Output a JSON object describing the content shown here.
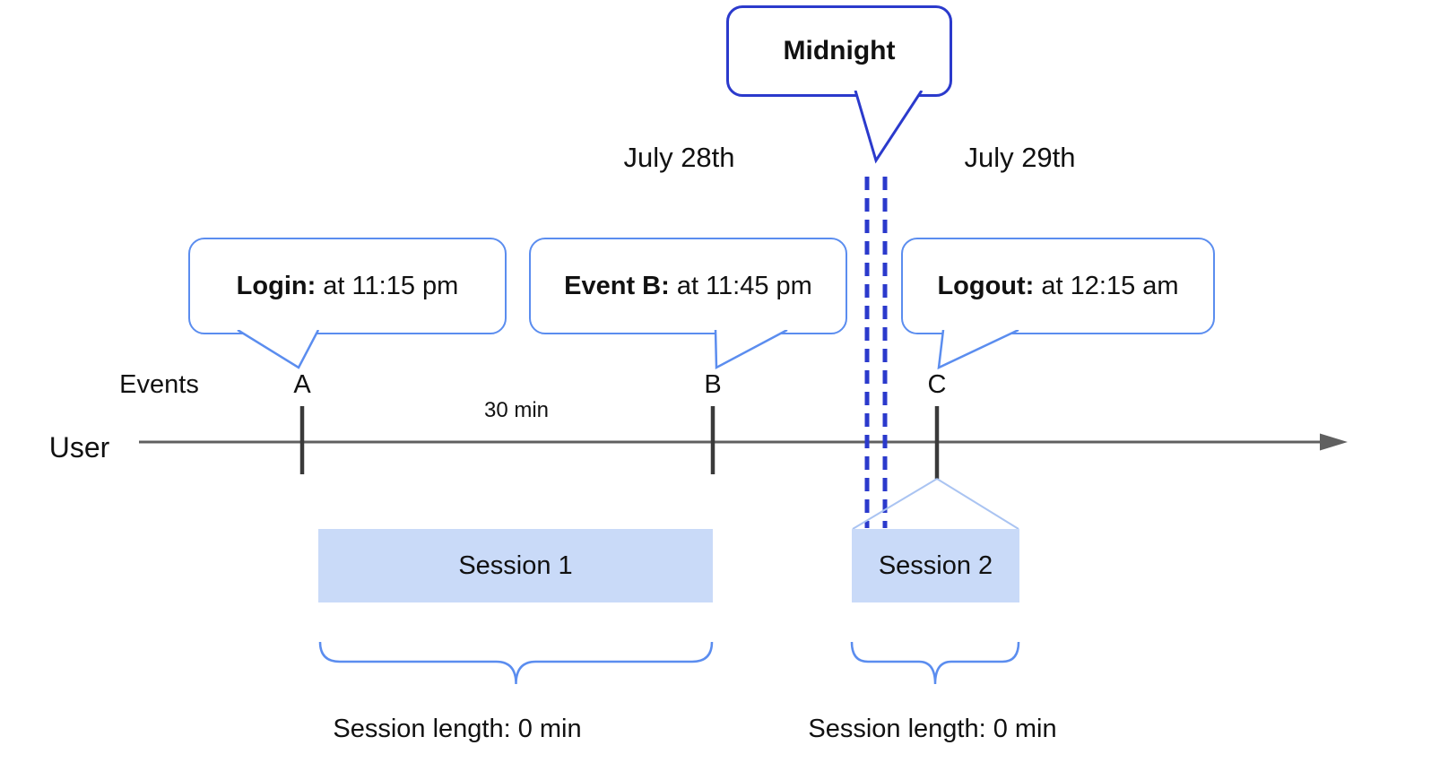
{
  "colors": {
    "accent_blue": "#5b8def",
    "dark_blue": "#2b3acc",
    "session_fill": "#c9daf8",
    "connector_blue": "#aac4f2",
    "axis_gray": "#606060",
    "tick_gray": "#3a3a3a",
    "text": "#111111"
  },
  "dates": {
    "left": "July 28th",
    "right": "July 29th"
  },
  "midnight": {
    "label": "Midnight"
  },
  "callouts": {
    "login": {
      "title": "Login:",
      "detail": " at 11:15 pm"
    },
    "event_b": {
      "title": "Event B:",
      "detail": " at 11:45 pm"
    },
    "logout": {
      "title": "Logout:",
      "detail": " at 12:15 am"
    }
  },
  "axis": {
    "events_label": "Events",
    "user_label": "User",
    "interval_label": "30 min",
    "markers": {
      "a": "A",
      "b": "B",
      "c": "C"
    }
  },
  "sessions": {
    "one": {
      "label": "Session 1",
      "length": "Session length: 0 min"
    },
    "two": {
      "label": "Session 2",
      "length": "Session length: 0 min"
    }
  }
}
